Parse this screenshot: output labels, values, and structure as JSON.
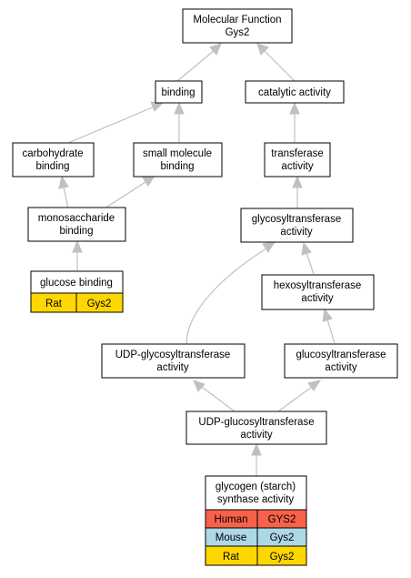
{
  "nodes": {
    "molecular_function": {
      "line1": "Molecular Function",
      "line2": "Gys2"
    },
    "binding": {
      "line1": "binding"
    },
    "catalytic_activity": {
      "line1": "catalytic activity"
    },
    "carbohydrate_binding": {
      "line1": "carbohydrate",
      "line2": "binding"
    },
    "small_molecule_binding": {
      "line1": "small molecule",
      "line2": "binding"
    },
    "transferase_activity": {
      "line1": "transferase",
      "line2": "activity"
    },
    "monosaccharide_binding": {
      "line1": "monosaccharide",
      "line2": "binding"
    },
    "glycosyltransferase_activity": {
      "line1": "glycosyltransferase",
      "line2": "activity"
    },
    "hexosyltransferase_activity": {
      "line1": "hexosyltransferase",
      "line2": "activity"
    },
    "glucose_binding": {
      "line1": "glucose binding"
    },
    "udp_glycosyltransferase_activity": {
      "line1": "UDP-glycosyltransferase",
      "line2": "activity"
    },
    "glucosyltransferase_activity": {
      "line1": "glucosyltransferase",
      "line2": "activity"
    },
    "udp_glucosyltransferase_activity": {
      "line1": "UDP-glucosyltransferase",
      "line2": "activity"
    },
    "glycogen_synthase_activity": {
      "line1": "glycogen (starch)",
      "line2": "synthase activity"
    }
  },
  "annotations": {
    "glucose_binding": [
      {
        "species": "Rat",
        "gene": "Gys2",
        "color": "#ffd700"
      }
    ],
    "glycogen_synthase_activity": [
      {
        "species": "Human",
        "gene": "GYS2",
        "color": "#f8614a"
      },
      {
        "species": "Mouse",
        "gene": "Gys2",
        "color": "#add8e6"
      },
      {
        "species": "Rat",
        "gene": "Gys2",
        "color": "#ffd700"
      }
    ]
  },
  "colors": {
    "edge": "#c0c0c0",
    "node_border": "#000000",
    "human": "#f8614a",
    "mouse": "#add8e6",
    "rat": "#ffd700"
  }
}
